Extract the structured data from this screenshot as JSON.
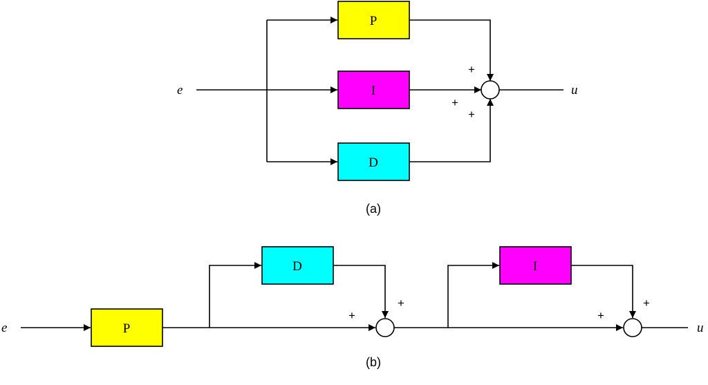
{
  "colors": {
    "P": "#ffff00",
    "I": "#ff00ff",
    "D": "#00ffff"
  },
  "diagram_a": {
    "input": "e",
    "output": "u",
    "blocks": {
      "p": "P",
      "i": "I",
      "d": "D"
    },
    "signs": {
      "top": "+",
      "left": "+",
      "bottom": "+"
    },
    "caption": "(a)"
  },
  "diagram_b": {
    "input": "e",
    "output": "u",
    "blocks": {
      "p": "P",
      "d": "D",
      "i": "I"
    },
    "signs": {
      "sum1_left": "+",
      "sum1_top": "+",
      "sum2_left": "+",
      "sum2_top": "+"
    },
    "caption": "(b)"
  }
}
